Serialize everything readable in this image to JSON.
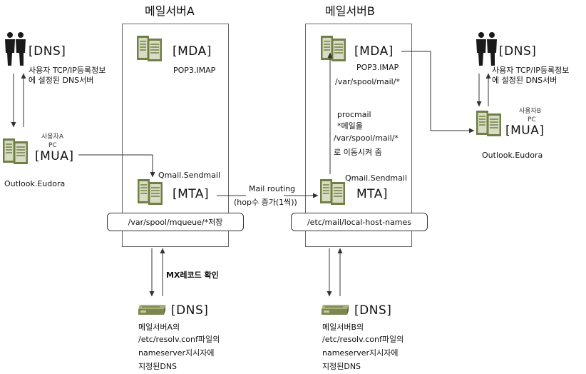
{
  "server_a": {
    "title": "메일서버A",
    "mda_label": "[MDA]",
    "mda_sub": "POP3.IMAP",
    "mta_label": "[MTA]",
    "mta_sub": "Qmail.Sendmail",
    "queue_path": "/var/spool/mqueue/*저장"
  },
  "server_b": {
    "title": "메일서버B",
    "mda_label": "[MDA]",
    "mda_sub": "POP3.IMAP",
    "mda_path": "/var/spool/mail/*",
    "mta_label": "MTA]",
    "mta_sub": "Qmail.Sendmail",
    "hosts_path": "/etc/mail/local-host-names",
    "procmail_lines": [
      "procmail",
      "*메일을",
      "/var/spool/mail/*",
      "로 이동시켜 줌"
    ]
  },
  "user_a": {
    "dns_label": "[DNS]",
    "dns_desc_lines": [
      "사용자 TCP/IP등록정보",
      "에 설정된 DNS서버"
    ],
    "pc_label_lines": [
      "사용자A",
      "PC"
    ],
    "mua_label": "[MUA]",
    "client": "Outlook.Eudora"
  },
  "user_b": {
    "dns_label": "[DNS]",
    "dns_desc_lines": [
      "사용자 TCP/IP등록정보",
      "에 설정된 DNS서버"
    ],
    "pc_label_lines": [
      "사용자B",
      "PC"
    ],
    "mua_label": "[MUA]",
    "client": "Outlook.Eudora"
  },
  "routing": {
    "label_lines": [
      "Mail routing",
      "(hop수 증가(1씩))"
    ]
  },
  "mx_lookup": "MX레코드 확인",
  "dns_a": {
    "label": "[DNS]",
    "desc_lines": [
      "메일서버A의",
      "/etc/resolv.conf파일의",
      "nameserver지시자에",
      "지정된DNS"
    ]
  },
  "dns_b": {
    "label": "[DNS]",
    "desc_lines": [
      "메일서버B의",
      "/etc/resolv.conf파일의",
      "nameserver지시자에",
      "지정된DNS"
    ]
  },
  "colors": {
    "stroke": "#333333",
    "box_border": "#666666",
    "server_green_dark": "#6f7f45",
    "server_green_light": "#d9dcc4",
    "person": "#1a1a1a",
    "dns_device": "#a9b178"
  }
}
